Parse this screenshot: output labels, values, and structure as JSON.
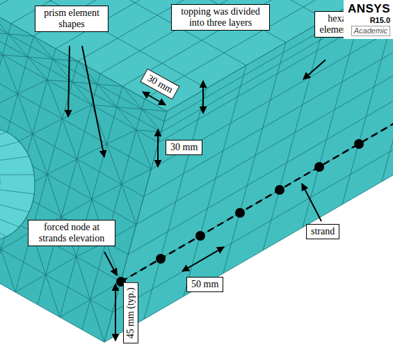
{
  "diagram": {
    "nodes": [
      {
        "text": [
          "prism element shapes"
        ]
      },
      {
        "text": [
          "topping was divided into three layers"
        ]
      },
      {
        "text": [
          "hexahedral element shapes"
        ]
      },
      {
        "text": [
          "30 mm"
        ]
      },
      {
        "text": [
          "30 mm"
        ]
      },
      {
        "text": [
          "forced node at strands elevation"
        ]
      },
      {
        "text": [
          "strand"
        ]
      },
      {
        "text": [
          "45 mm (typ.)"
        ]
      },
      {
        "text": [
          "50 mm"
        ]
      },
      {
        "text": [
          "ANSYS",
          "R15.0",
          "Academic"
        ]
      }
    ]
  }
}
